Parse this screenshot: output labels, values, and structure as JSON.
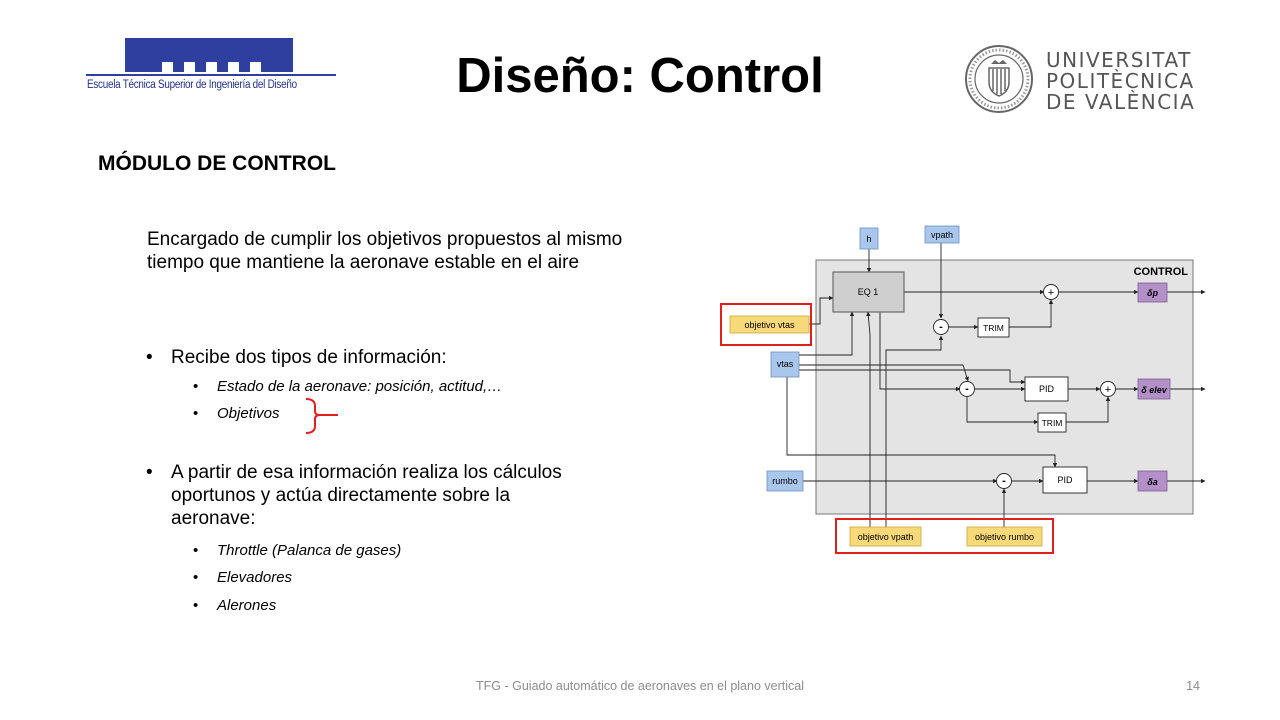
{
  "header": {
    "school_name": "Escuela Técnica Superior de Ingeniería del Diseño",
    "title": "Diseño: Control",
    "university_lines": [
      "UNIVERSITAT",
      "POLITÈCNICA",
      "DE VALÈNCIA"
    ]
  },
  "content": {
    "section_title": "MÓDULO DE CONTROL",
    "intro": "Encargado de cumplir los objetivos propuestos al mismo tiempo que mantiene la aeronave estable en el aire",
    "bullets": [
      {
        "text": "Recibe dos tipos de información:",
        "sub": [
          "Estado de la aeronave: posición, actitud,…",
          "Objetivos"
        ]
      },
      {
        "text_lines": [
          "A partir de esa información realiza los cálculos",
          "oportunos y actúa directamente sobre la",
          "aeronave:"
        ],
        "sub": [
          "Throttle (Palanca de gases)",
          "Elevadores",
          "Alerones"
        ]
      }
    ]
  },
  "diagram": {
    "control_label": "CONTROL",
    "inputs": {
      "h": "h",
      "vpath": "vpath",
      "vtas": "vtas",
      "rumbo": "rumbo"
    },
    "objectives": {
      "vtas": "objetivo vtas",
      "vpath": "objetivo vpath",
      "rumbo": "objetivo rumbo"
    },
    "blocks": {
      "eq1": "EQ 1",
      "trim": "TRIM",
      "pid": "PID"
    },
    "operators": {
      "plus": "+",
      "minus": "-"
    },
    "outputs": {
      "dp": "δp",
      "delev": "δ elev",
      "da": "δa"
    },
    "colors": {
      "input_blue": "#a9c6ec",
      "objective_yellow": "#f7d97a",
      "output_purple": "#b490c8",
      "highlight_red": "#e02020",
      "control_gray": "#e4e4e4"
    }
  },
  "footer": {
    "text": "TFG - Guiado automático de aeronaves en el plano vertical",
    "page": "14"
  }
}
